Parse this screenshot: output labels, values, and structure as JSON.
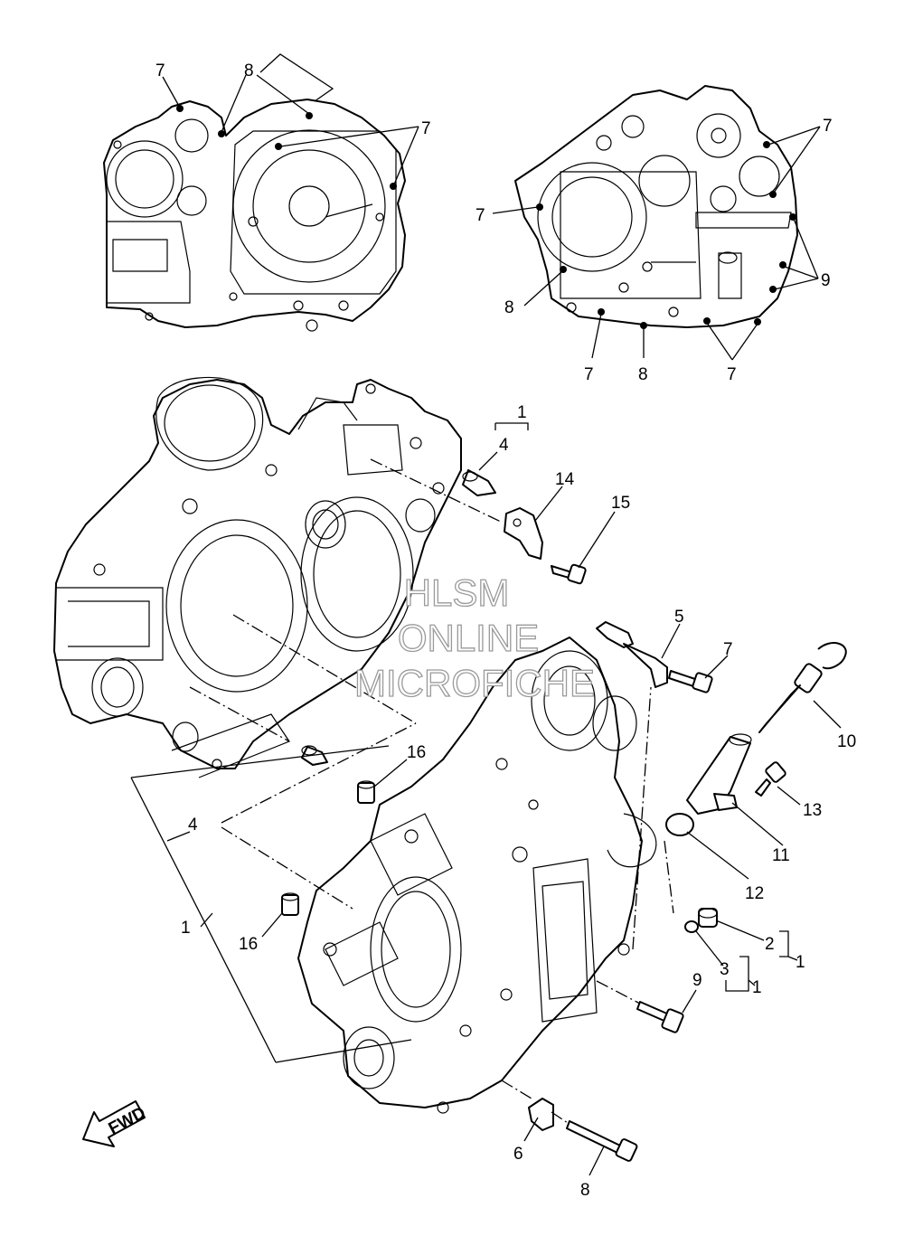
{
  "watermark": {
    "line1": "HLSM",
    "line2": "ONLINE",
    "line3": "MICROFICHE"
  },
  "fwd_arrow_label": "FWD",
  "callouts": {
    "c1a": "1",
    "c1b": "1",
    "c1c": "1",
    "c1d": "1",
    "c2": "2",
    "c3": "3",
    "c4a": "4",
    "c4b": "4",
    "c5": "5",
    "c6": "6",
    "c7a": "7",
    "c7b": "7",
    "c7c": "7",
    "c7d": "7",
    "c7e": "7",
    "c7f": "7",
    "c7g": "7",
    "c8a": "8",
    "c8b": "8",
    "c8c": "8",
    "c8d": "8",
    "c9a": "9",
    "c9b": "9",
    "c10": "10",
    "c11": "11",
    "c12": "12",
    "c13": "13",
    "c14": "14",
    "c15": "15",
    "c16a": "16",
    "c16b": "16"
  }
}
